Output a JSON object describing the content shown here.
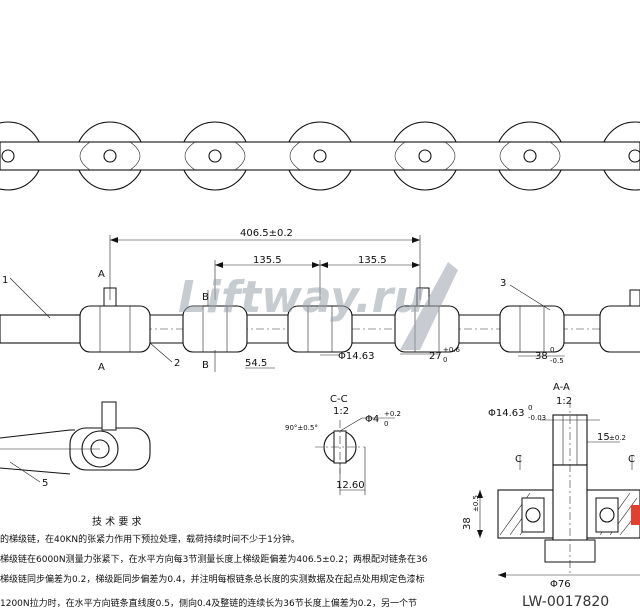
{
  "dimensions": {
    "pitch_total": "406.5±0.2",
    "pitch_left": "135.5",
    "pitch_right": "135.5",
    "offset": "54.5",
    "pin_diameter": "Φ14.63",
    "roller_width": "27",
    "roller_width_tol_up": "+0.6",
    "roller_width_tol_low": "0",
    "roller_height": "38",
    "roller_height_tol_up": "0",
    "roller_height_tol_low": "-0.5"
  },
  "callouts": {
    "part_1": "1",
    "part_2": "2",
    "part_3": "3",
    "part_5": "5"
  },
  "section_marks": {
    "a_top": "A",
    "a_bottom": "A",
    "b_top": "B",
    "b_bottom": "B"
  },
  "section_cc": {
    "title": "C-C",
    "scale": "1:2",
    "angle": "90°±0.5°",
    "hole_dia": "Φ4",
    "hole_tol": "+0.2",
    "hole_tol_low": "0",
    "length": "12.60"
  },
  "section_aa": {
    "title": "A-A",
    "scale": "1:2",
    "pin_dia": "Φ14.63",
    "pin_tol_up": "0",
    "pin_tol_low": "-0.03",
    "top_len": "15",
    "top_tol": "±0.2",
    "height": "38",
    "height_tol": "±0.5",
    "bottom_dia": "Φ76",
    "cut_left": "C",
    "cut_right": "C"
  },
  "tech_requirements": {
    "heading": "技 术 要 求",
    "lines": [
      "的梯级链，在40KN的张紧力作用下预拉处理，载荷持续时间不少于1分钟。",
      "梯级链在6000N测量力张紧下，在水平方向每3节测量长度上梯级距偏差为406.5±0.2；两根配对链条在36",
      "梯级链同步偏差为0.2，梯级距同步偏差为0.4，并注明每根链条总长度的实测数据及在起点处用规定色漆标",
      "1200N拉力时，在水平方向链条直线度0.5，侧向0.4及整链的连续长为36节长度上偏差为0.2，另一个节"
    ]
  },
  "watermark": "Liftway.ru",
  "drawing_code": "LW-0017820"
}
